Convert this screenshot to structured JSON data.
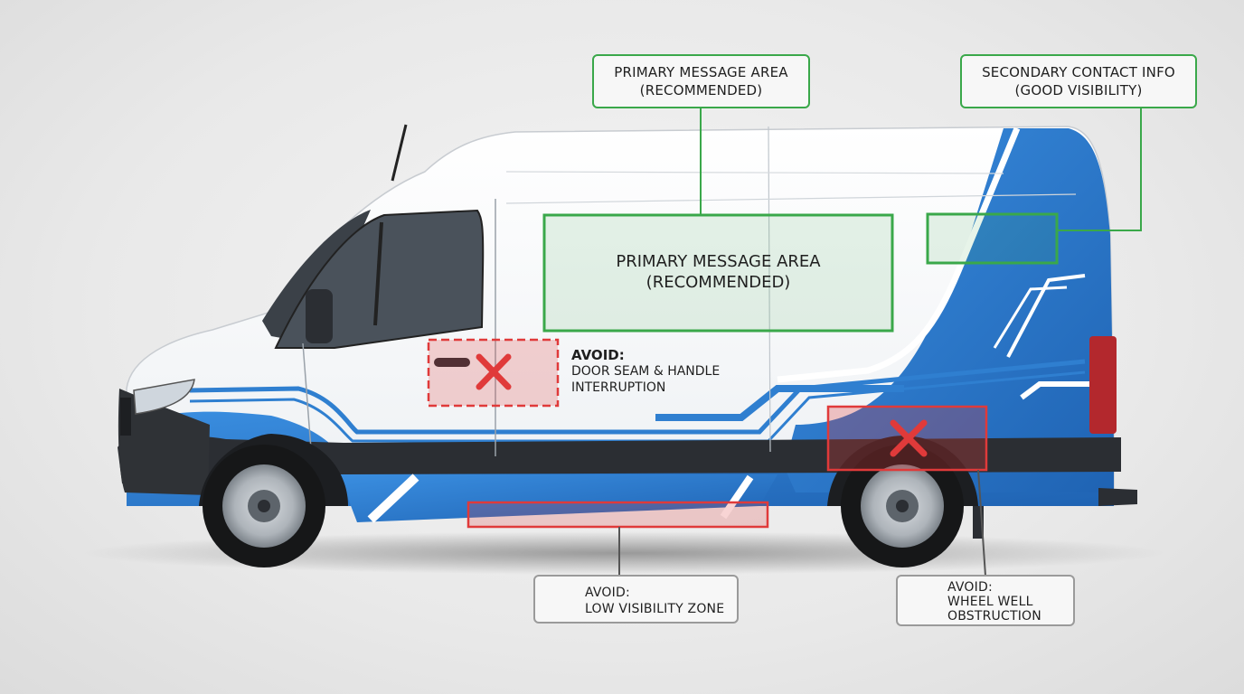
{
  "callouts": {
    "primary": {
      "line1": "PRIMARY MESSAGE AREA",
      "line2": "(RECOMMENDED)"
    },
    "secondary": {
      "line1": "SECONDARY CONTACT INFO",
      "line2": "(GOOD VISIBILITY)"
    },
    "low_visibility": {
      "line1": "AVOID:",
      "line2": "LOW VISIBILITY ZONE"
    },
    "wheel_well": {
      "line1": "AVOID:",
      "line2": "WHEEL WELL",
      "line3": "OBSTRUCTION"
    }
  },
  "zones": {
    "primary": {
      "line1": "PRIMARY MESSAGE AREA",
      "line2": "(RECOMMENDED)"
    },
    "door": {
      "line1": "AVOID:",
      "line2": "DOOR SEAM & HANDLE",
      "line3": "INTERRUPTION"
    }
  },
  "colors": {
    "good": "#3aa84a",
    "bad": "#e03a3a",
    "van_blue": "#2f7fd0",
    "van_white": "#ffffff",
    "trim_dark": "#2b2e33"
  },
  "icons": [
    "x-mark-icon",
    "door-handle-icon",
    "antenna-icon"
  ]
}
